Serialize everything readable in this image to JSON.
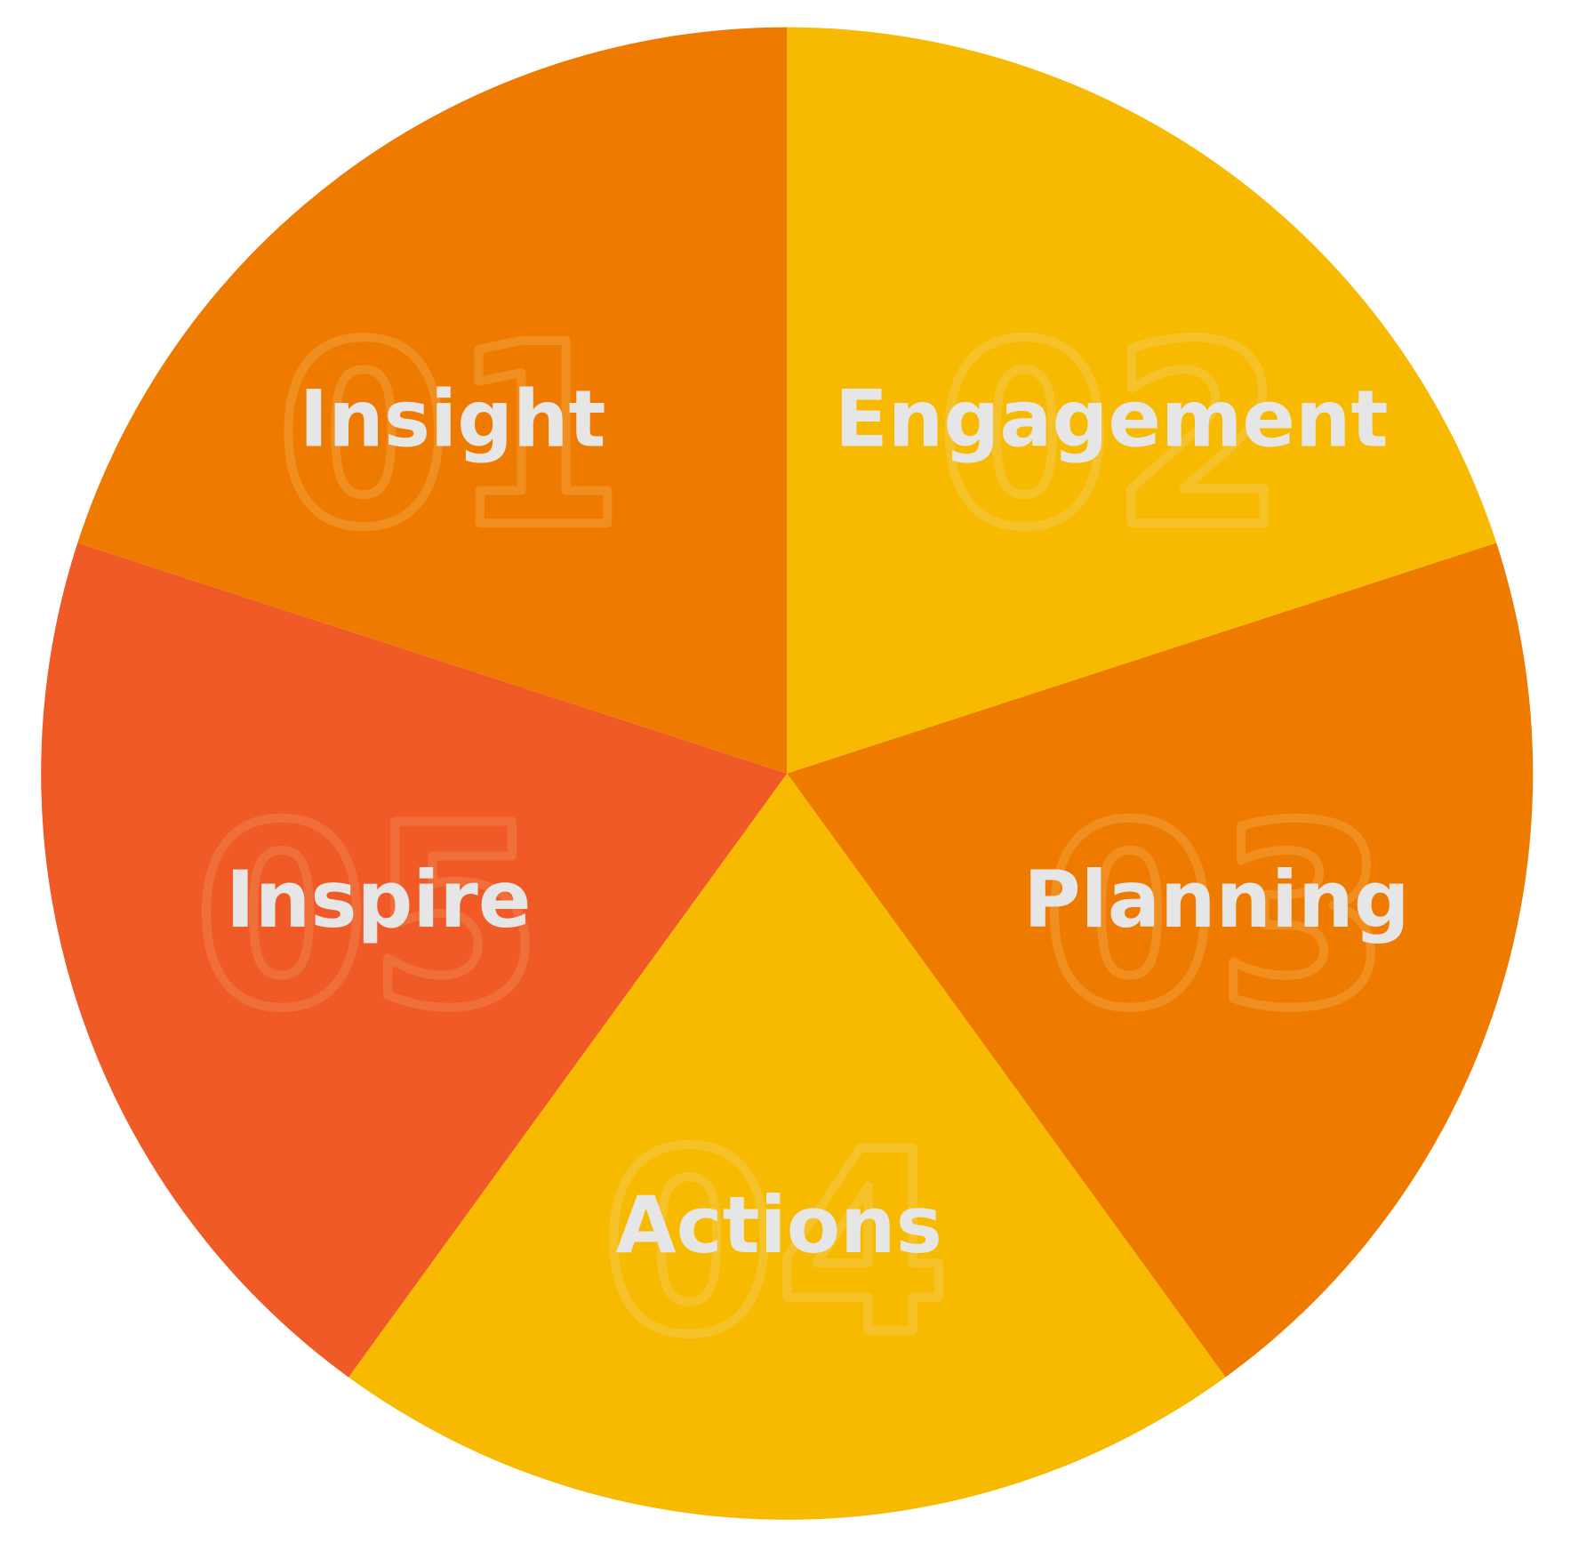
{
  "chart_data": {
    "type": "pie",
    "title": "",
    "segments": [
      {
        "number": "01",
        "label": "Insight",
        "value": 1,
        "color": "#EE7B00",
        "outline": "#F08E20"
      },
      {
        "number": "02",
        "label": "Engagement",
        "value": 1,
        "color": "#F7BA00",
        "outline": "#F5C22A"
      },
      {
        "number": "03",
        "label": "Planning",
        "value": 1,
        "color": "#EE7B00",
        "outline": "#F08E20"
      },
      {
        "number": "04",
        "label": "Actions",
        "value": 1,
        "color": "#F7BA00",
        "outline": "#F5C22A"
      },
      {
        "number": "05",
        "label": "Inspire",
        "value": 1,
        "color": "#EF5A27",
        "outline": "#F06E3A"
      }
    ]
  }
}
